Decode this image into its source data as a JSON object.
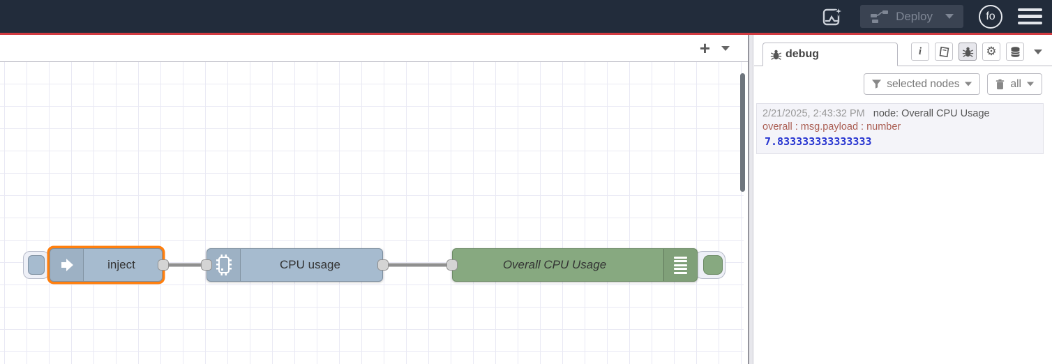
{
  "header": {
    "deploy_label": "Deploy",
    "avatar_initials": "fo"
  },
  "workspace": {
    "add_flow_label": "+"
  },
  "flow": {
    "nodes": [
      {
        "type": "inject",
        "label": "inject"
      },
      {
        "type": "cpu",
        "label": "CPU usage"
      },
      {
        "type": "debug",
        "label": "Overall CPU Usage"
      }
    ]
  },
  "sidebar": {
    "tab_label": "debug",
    "filter_button_label": "selected nodes",
    "clear_button_label": "all",
    "message": {
      "timestamp": "2/21/2025, 2:43:32 PM",
      "node": "node: Overall CPU Usage",
      "property": "overall : msg.payload : number",
      "value": "7.833333333333333"
    }
  },
  "icons": {
    "gear_glyph": "⚙"
  },
  "colors": {
    "header_bg": "#222c3b",
    "accent_red": "#d23b41",
    "node_blue": "#a6bbcf",
    "node_green": "#87a980",
    "selection_orange": "#ff7f0e",
    "debug_value_blue": "#2533d0",
    "debug_prop_red": "#aa5d52"
  }
}
